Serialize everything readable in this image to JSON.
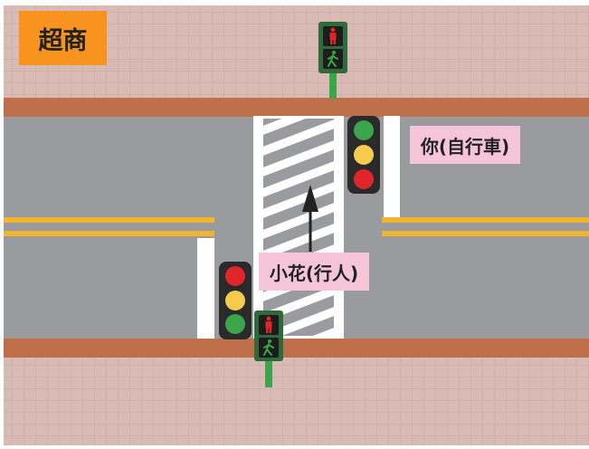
{
  "labels": {
    "store": "超商",
    "you": "你(自行車)",
    "xiaohua": "小花(行人)"
  },
  "colors": {
    "sidewalk": "#d9bab5",
    "sidewalk_grid": "#c9a8a2",
    "curb": "#bf6f4a",
    "road": "#9a9b9e",
    "center_line": "#f2b530",
    "crosswalk_stripe": "#ffffff",
    "label_store_bg": "#f7931e",
    "label_person_bg": "#f6c6d8",
    "light_body": "#2a2a2a",
    "light_red": "#e0262b",
    "light_yellow": "#f6cc4c",
    "light_green": "#3aa54a",
    "ped_signal_frame": "#2f6b3a",
    "arrow": "#222222"
  },
  "traffic_lights": [
    {
      "name": "vehicle-light-top",
      "order": [
        "green",
        "yellow",
        "red"
      ]
    },
    {
      "name": "vehicle-light-bottom",
      "order": [
        "red",
        "yellow",
        "green"
      ]
    }
  ],
  "pedestrian_signals": [
    {
      "name": "ped-signal-top",
      "icons": [
        "stop-person-icon",
        "walking-person-icon"
      ]
    },
    {
      "name": "ped-signal-bottom",
      "icons": [
        "stop-person-icon",
        "walking-person-icon"
      ]
    }
  ]
}
